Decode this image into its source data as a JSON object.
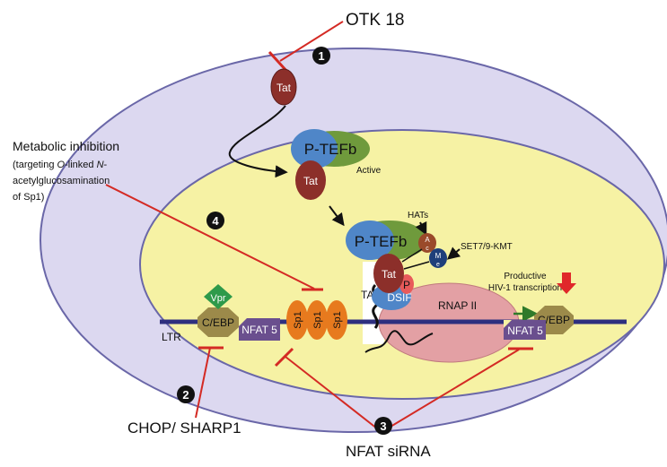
{
  "labels": {
    "otk18": "OTK 18",
    "metabolic_title": "Metabolic inhibition",
    "metabolic_line1": "(targeting ",
    "metabolic_line1_italic": "O",
    "metabolic_line1_rest": "-linked ",
    "metabolic_line1_italic2": "N",
    "metabolic_line1_end": "-",
    "metabolic_line2": "acetylglucosamination",
    "metabolic_line3": "of Sp1)",
    "chop_sharp1": "CHOP/ SHARP1",
    "nfat_sirna": "NFAT siRNA",
    "active": "Active",
    "hats": "HATs",
    "set7_9_kmt": "SET7/9-KMT",
    "productive": "Productive",
    "hiv_transcription": "HIV-1 transcription",
    "ltr": "LTR",
    "tar": "TAR",
    "rnap": "RNAP II",
    "dsif": "DSIF",
    "p_mark": "P"
  },
  "molecules": {
    "tat": "Tat",
    "ptefb": "P-TEFb",
    "vpr": "Vpr",
    "cebp": "C/EBP",
    "nfat5": "NFAT 5",
    "sp1": "Sp1",
    "ac_a": "A",
    "ac_c": "c",
    "me_m": "M",
    "me_e": "e"
  },
  "steps": [
    "1",
    "2",
    "3",
    "4"
  ],
  "colors": {
    "cell": "#dcd8f0",
    "nucleus": "#f6f2a4",
    "tat": "#8c2f2a",
    "ptefb_blue": "#4f86c8",
    "ptefb_green": "#6f9a3c",
    "inhibitor_red": "#d42a24",
    "dna": "#2e2f7f",
    "sp1": "#e77a1e",
    "nfat": "#6a4f8e",
    "cebp": "#9c8a4a",
    "vpr": "#2e9a4a",
    "rnap": "#e3a0a4"
  }
}
